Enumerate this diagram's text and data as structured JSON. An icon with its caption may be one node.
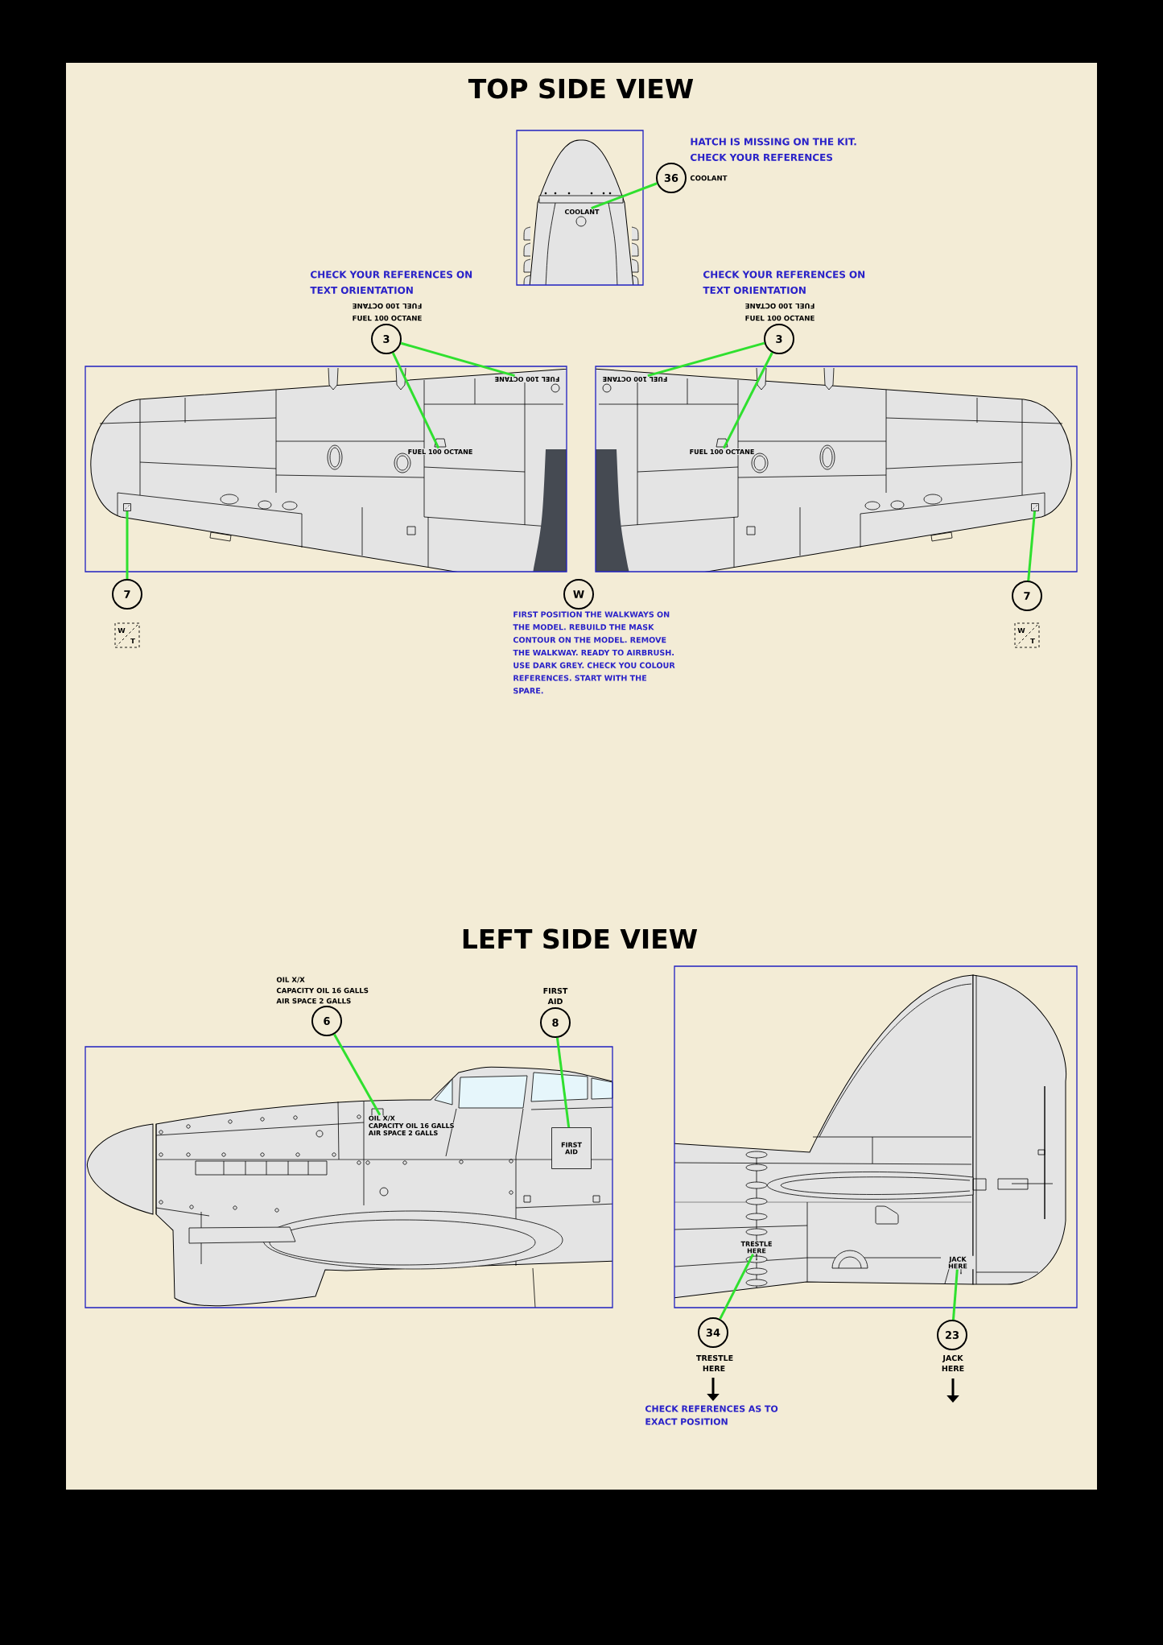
{
  "diagram": {
    "title": "TOP SIDE VIEW",
    "nodes": [
      {
        "text": [
          "36"
        ],
        "beside": [
          "HATCH IS MISSING ON THE KIT. CHECK YOUR REFERENCES",
          "COOLANT"
        ]
      },
      {
        "text": [
          "COOLANT"
        ]
      },
      {
        "text": [
          "3"
        ],
        "beside": [
          "CHECK YOUR REFERENCES ON TEXT ORIENTATION",
          "FUEL 100 OCTANE",
          "FUEL 100 OCTANE"
        ]
      },
      {
        "text": [
          "3"
        ],
        "beside": [
          "CHECK YOUR REFERENCES ON TEXT ORIENTATION",
          "FUEL 100 OCTANE",
          "FUEL 100 OCTANE"
        ]
      },
      {
        "text": [
          "FUEL 100 OCTANE"
        ]
      },
      {
        "text": [
          "FUEL 100 OCTANE"
        ]
      },
      {
        "text": [
          "FUEL 100 OCTANE"
        ]
      },
      {
        "text": [
          "FUEL 100 OCTANE"
        ]
      },
      {
        "text": [],
        "shape": "box"
      },
      {
        "text": [],
        "shape": "box"
      },
      {
        "text": [
          "7"
        ]
      },
      {
        "text": [
          "W",
          "T"
        ]
      },
      {
        "text": [
          "W"
        ],
        "beside": [
          "FIRST POSITION THE WALKWAYS ON THE MODEL. REBUILD THE MASK CONTOUR ON THE MODEL. REMOVE THE WALKWAY. READY TO AIRBRUSH. USE DARK GREY. CHECK YOU COLOUR REFERENCES. START WITH THE SPARE."
        ]
      },
      {
        "text": [
          "7"
        ]
      },
      {
        "text": [
          "W",
          "T"
        ]
      },
      {
        "text": [
          "6"
        ],
        "beside": [
          "OIL X/X",
          "CAPACITY OIL 16 GALLS",
          "AIR SPACE 2 GALLS"
        ]
      },
      {
        "text": [
          "8"
        ],
        "beside": [
          "FIRST AID"
        ]
      },
      {
        "text": [
          "OIL X/X",
          "CAPACITY OIL 16 GALLS",
          "AIR SPACE 2 GALLS"
        ]
      },
      {
        "text": [
          "FIRST AID"
        ]
      },
      {
        "text": [
          "TRESTLE HERE"
        ]
      },
      {
        "text": [
          "JACK HERE"
        ]
      },
      {
        "text": [
          "34"
        ],
        "beside": [
          "TRESTLE HERE"
        ]
      },
      {
        "text": [
          "23"
        ],
        "beside": [
          "JACK HERE"
        ]
      }
    ],
    "edges": [
      {
        "from": 0,
        "to": 1,
        "arrow": "none"
      },
      {
        "from": 2,
        "to": 4,
        "arrow": "none"
      },
      {
        "from": 2,
        "to": 5,
        "arrow": "none"
      },
      {
        "from": 3,
        "to": 6,
        "arrow": "none"
      },
      {
        "from": 3,
        "to": 7,
        "arrow": "none"
      },
      {
        "from": 10,
        "to": 8,
        "arrow": "none"
      },
      {
        "from": 13,
        "to": 9,
        "arrow": "none"
      },
      {
        "from": 15,
        "to": 17,
        "arrow": "none"
      },
      {
        "from": 16,
        "to": 18,
        "arrow": "none"
      },
      {
        "from": 21,
        "to": 19,
        "arrow": "none"
      },
      {
        "from": 22,
        "to": 20,
        "arrow": "none"
      }
    ],
    "labels": [
      "LEFT SIDE VIEW",
      "CHECK REFERENCES AS TO EXACT POSITION"
    ]
  }
}
